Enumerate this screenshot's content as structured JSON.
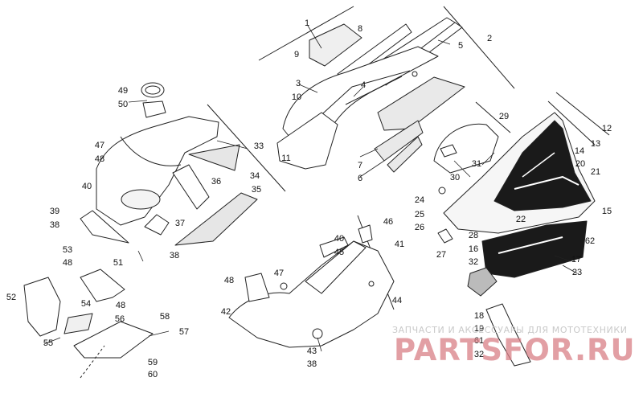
{
  "diagram": {
    "line_color": "#222222",
    "fill_color": "#ffffff",
    "screen_fill": "#dddddd"
  },
  "callouts": {
    "c1": "1",
    "c2": "2",
    "c3": "3",
    "c4": "4",
    "c5": "5",
    "c6": "6",
    "c7": "7",
    "c8": "8",
    "c9": "9",
    "c10": "10",
    "c11": "11",
    "c12": "12",
    "c13": "13",
    "c14": "14",
    "c15": "15",
    "c16": "16",
    "c17": "17",
    "c18": "18",
    "c19": "19",
    "c20": "20",
    "c21": "21",
    "c22": "22",
    "c23": "23",
    "c24": "24",
    "c25": "25",
    "c26": "26",
    "c27": "27",
    "c28": "28",
    "c29": "29",
    "c30": "30",
    "c31": "31",
    "c32a": "32",
    "c32b": "32",
    "c33": "33",
    "c34": "34",
    "c35": "35",
    "c36": "36",
    "c37": "37",
    "c38a": "38",
    "c38b": "38",
    "c38c": "38",
    "c39": "39",
    "c40a": "40",
    "c40b": "40",
    "c41": "41",
    "c42": "42",
    "c43": "43",
    "c44": "44",
    "c45": "45",
    "c46": "46",
    "c47a": "47",
    "c47b": "47",
    "c48a": "48",
    "c48b": "48",
    "c48c": "48",
    "c48d": "48",
    "c49": "49",
    "c50": "50",
    "c51": "51",
    "c52": "52",
    "c53": "53",
    "c54": "54",
    "c55": "55",
    "c56": "56",
    "c57": "57",
    "c58": "58",
    "c59": "59",
    "c60": "60",
    "c61": "61",
    "c62": "62"
  },
  "watermark": {
    "top_text": "ЗАПЧАСТИ И АКСЕССУАРЫ ДЛЯ МОТОТЕХНИКИ",
    "main_text": "PARTSFOR.RU",
    "color": "#d97f86"
  }
}
